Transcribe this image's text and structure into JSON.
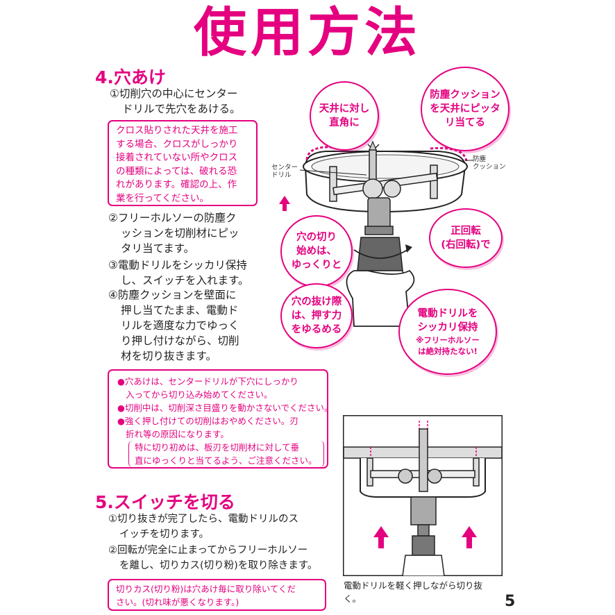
{
  "page_title": "使用方法",
  "section4": {
    "heading": "4.穴あけ",
    "step1": [
      "①切削穴の中心にセンター",
      "ドリルで先穴をあける。"
    ],
    "note1": [
      "クロス貼りされた天井を施工",
      "する場合、クロスがしっかり",
      "接着されていない所やクロス",
      "の種類によっては、破れる恐",
      "れがあります。確認の上、作",
      "業を行ってください。"
    ],
    "step2": [
      "②フリーホルソーの防塵ク",
      "ッションを切削材にピッ",
      "タリ当てます。"
    ],
    "step3": [
      "③電動ドリルをシッカリ保持",
      "し、スイッチを入れます。"
    ],
    "step4": [
      "④防塵クッションを壁面に",
      "押し当てたまま、電動ド",
      "リルを適度な力でゆっく",
      "り押し付けながら、切削",
      "材を切り抜きます。"
    ],
    "cautions": [
      [
        "●穴あけは、センタードリルが下穴にしっかり",
        "入ってから切り込み始めてください。"
      ],
      [
        "●切削中は、切削深さ目盛りを動かさないでください。"
      ],
      [
        "●強く押し付けての切削はおやめください。刃",
        "折れ等の原因になります。"
      ]
    ],
    "caution_note": [
      "特に切り初めは、板刃を切削材に対して垂",
      "直にゆっくりと当てるよう、ご注意ください。"
    ]
  },
  "diagram1": {
    "label_center_drill": [
      "センター",
      "ドリル"
    ],
    "label_cushion": [
      "防塵",
      "クッション"
    ],
    "bubble_perpendicular": [
      "天井に対し",
      "直角に"
    ],
    "bubble_cushion": [
      "防塵クッション",
      "を天井にピッタ",
      "リ当てる"
    ],
    "bubble_slow_start": [
      "穴の切り",
      "始めは、",
      "ゆっくりと"
    ],
    "bubble_rotation": [
      "正回転",
      "(右回転)で"
    ],
    "bubble_release": [
      "穴の抜け際",
      "は、押す力",
      "をゆるめる"
    ],
    "bubble_hold": [
      "電動ドリルを",
      "シッカリ保持"
    ],
    "bubble_hold_note": [
      "※フリーホルソー",
      "は絶対持たない!"
    ]
  },
  "section5": {
    "heading": "5.スイッチを切る",
    "step1": [
      "①切り抜きが完了したら、電動ドリルのス",
      "イッチを切ります。"
    ],
    "step2": [
      "②回転が完全に止まってからフリーホルソー",
      "を離し、切りカス(切り粉)を取り除きます。"
    ],
    "note": [
      "切りカス(切り粉)は穴あけ毎に取り除いてくだ",
      "さい。(切れ味が悪くなります。)"
    ]
  },
  "diagram2": {
    "caption": [
      "電動ドリルを軽く押しながら切り抜",
      "く。"
    ]
  },
  "page_number": "5",
  "colors": {
    "accent": "#e4007f",
    "pale_pink": "#f7c6dd",
    "text": "#222222"
  }
}
